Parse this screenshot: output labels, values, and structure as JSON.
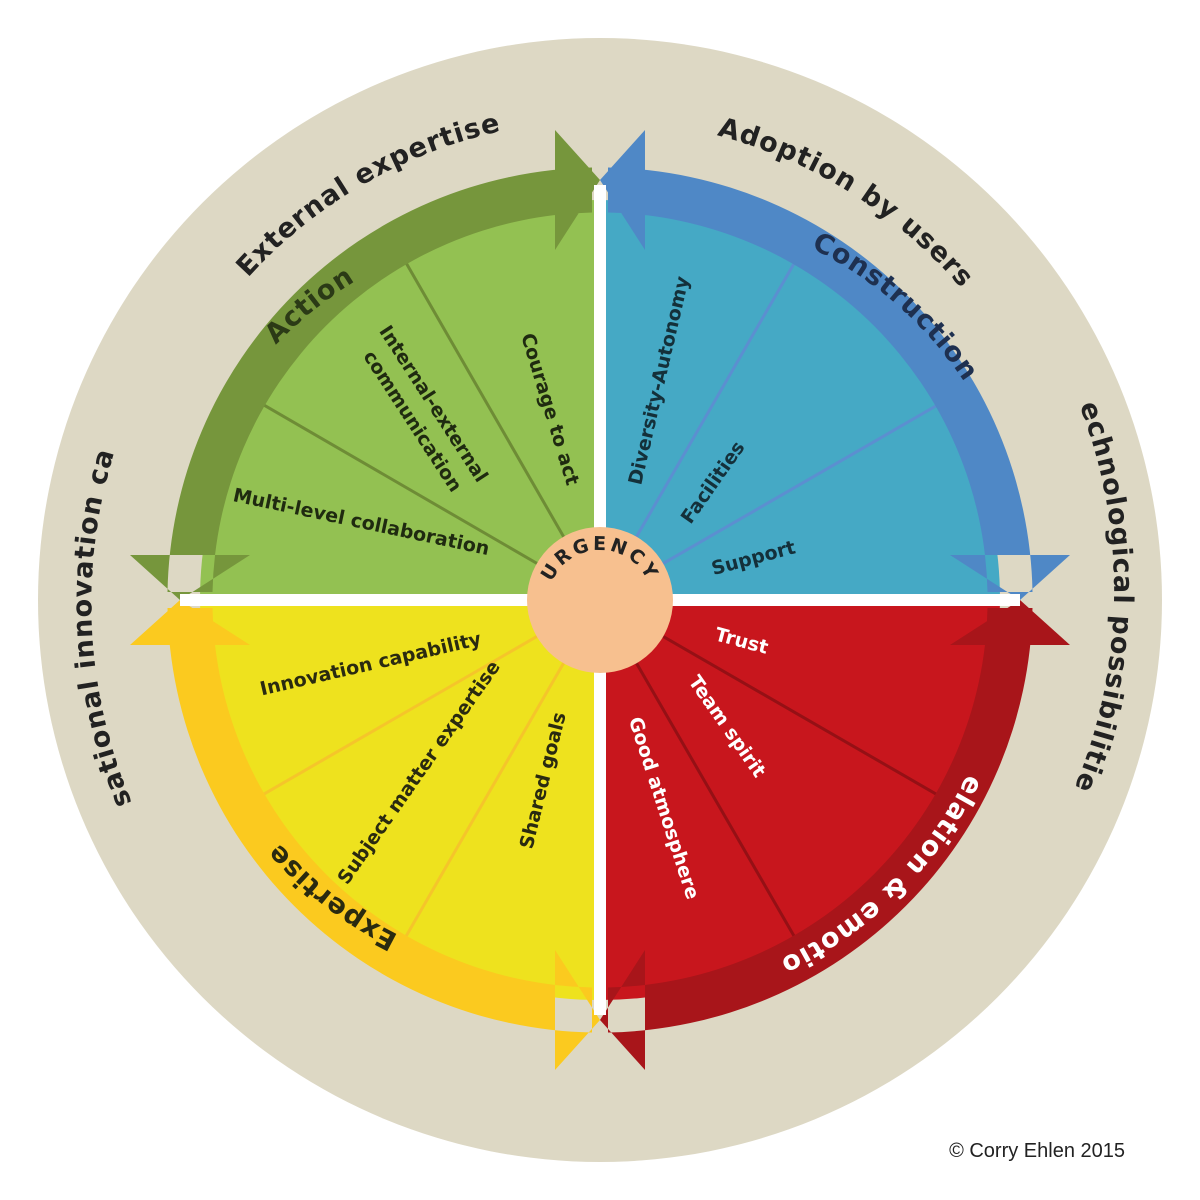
{
  "center": {
    "label": "URGENCY"
  },
  "outer_ring": {
    "top_left": "External  expertise",
    "top_right": "Adoption  by  users",
    "right": "Technological  possibilities",
    "left": "Organisational  innovation  capability"
  },
  "quadrants": {
    "action": {
      "label": "Action",
      "segments": [
        {
          "lines": [
            "Multi-level collaboration"
          ]
        },
        {
          "lines": [
            "Internal-external",
            "communication"
          ]
        },
        {
          "lines": [
            "Courage to act"
          ]
        }
      ]
    },
    "construction": {
      "label": "Construction",
      "segments": [
        {
          "lines": [
            "Diversity-Autonomy"
          ]
        },
        {
          "lines": [
            "Facilities"
          ]
        },
        {
          "lines": [
            "Support"
          ]
        }
      ]
    },
    "relation": {
      "label": "Relation & emotion",
      "segments": [
        {
          "lines": [
            "Trust"
          ]
        },
        {
          "lines": [
            "Team spirit"
          ]
        },
        {
          "lines": [
            "Good atmosphere"
          ]
        }
      ]
    },
    "expertise": {
      "label": "Expertise",
      "segments": [
        {
          "lines": [
            "Innovation capability"
          ]
        },
        {
          "lines": [
            "Subject matter expertise"
          ]
        },
        {
          "lines": [
            "Shared goals"
          ]
        }
      ]
    }
  },
  "copyright": "© Corry Ehlen 2015",
  "colors": {
    "ring": "#ddd8c4",
    "action_fill": "#93c152",
    "action_arrow": "#76963c",
    "construction_fill": "#45a9c5",
    "construction_arrow": "#4f88c6",
    "relation_fill": "#c8161d",
    "relation_arrow": "#a8151a",
    "expertise_fill": "#eee21e",
    "expertise_arrow": "#fbca1f",
    "center": "#f7c08f"
  }
}
